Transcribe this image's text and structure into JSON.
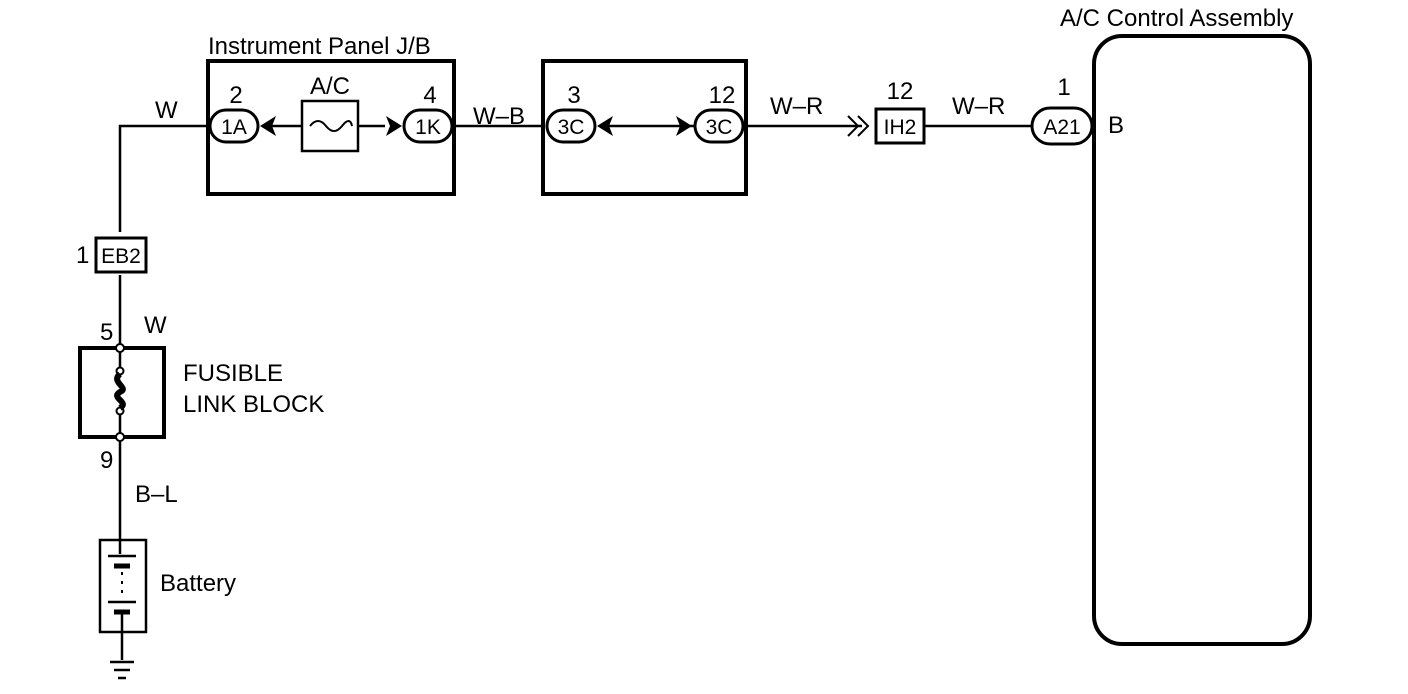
{
  "diagram": {
    "jb_label": "Instrument Panel J/B",
    "assembly_label": "A/C Control Assembly",
    "assembly_pin_label": "B",
    "fuse_label": "A/C",
    "wires": {
      "w_top": "W",
      "w_b": "W–B",
      "w_r_1": "W–R",
      "w_r_2": "W–R",
      "w_mid": "W",
      "b_l": "B–L"
    },
    "connectors": {
      "c1a": {
        "pin": "2",
        "code": "1A"
      },
      "c1k": {
        "pin": "4",
        "code": "1K"
      },
      "c3c_left": {
        "pin": "3",
        "code": "3C"
      },
      "c3c_right": {
        "pin": "12",
        "code": "3C"
      },
      "ih2": {
        "pin": "12",
        "code": "IH2"
      },
      "a21": {
        "pin": "1",
        "code": "A21"
      },
      "eb2": {
        "pin": "1",
        "code": "EB2"
      }
    },
    "fusible_link": {
      "line1": "FUSIBLE",
      "line2": "LINK BLOCK",
      "pin_top": "5",
      "pin_bottom": "9"
    },
    "battery_label": "Battery"
  }
}
